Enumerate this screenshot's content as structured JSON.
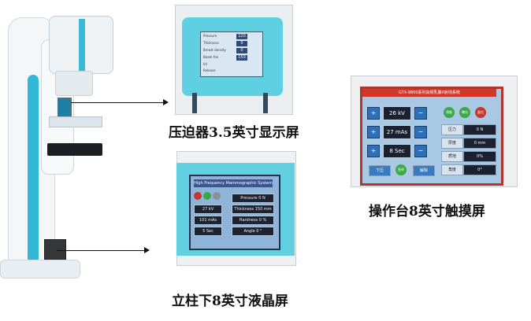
{
  "captions": {
    "compressor_display": "压迫器3.5英寸显示屏",
    "console_touchscreen": "操作台8英寸触摸屏",
    "column_lcd": "立柱下8英寸液晶屏"
  },
  "column_lcd": {
    "title": "High Frequency Mammographic System",
    "left_values": [
      "27 kV",
      "101 mAs",
      "5 Sec"
    ],
    "right_fields": [
      "Pressure 0 N",
      "Thickness 150 mm",
      "Hardness 0 %",
      "Angle 0 °"
    ]
  },
  "console_touchscreen": {
    "header": "GTX-9800系列高频乳腺X射线系统",
    "kv": "26 kV",
    "mas": "27 mAs",
    "sec": "8 Sec",
    "right_labels": [
      "压力",
      "厚度",
      "质地",
      "角度"
    ],
    "right_values": [
      "0 N",
      "0 mm",
      "0%",
      "0°"
    ],
    "bottom_buttons": [
      "下压",
      "急停",
      "解除"
    ],
    "top_circles": [
      "预备",
      "曝光",
      "复位"
    ]
  },
  "compressor_display": {
    "rows": [
      "Pressure",
      "Thickness",
      "Breast density",
      "Beam fan",
      "kV",
      "Release"
    ],
    "values": [
      "120",
      "0",
      "0",
      "150"
    ]
  },
  "colors": {
    "accent_cyan": "#5fd0e2",
    "machine_stripe": "#31b8d6"
  }
}
